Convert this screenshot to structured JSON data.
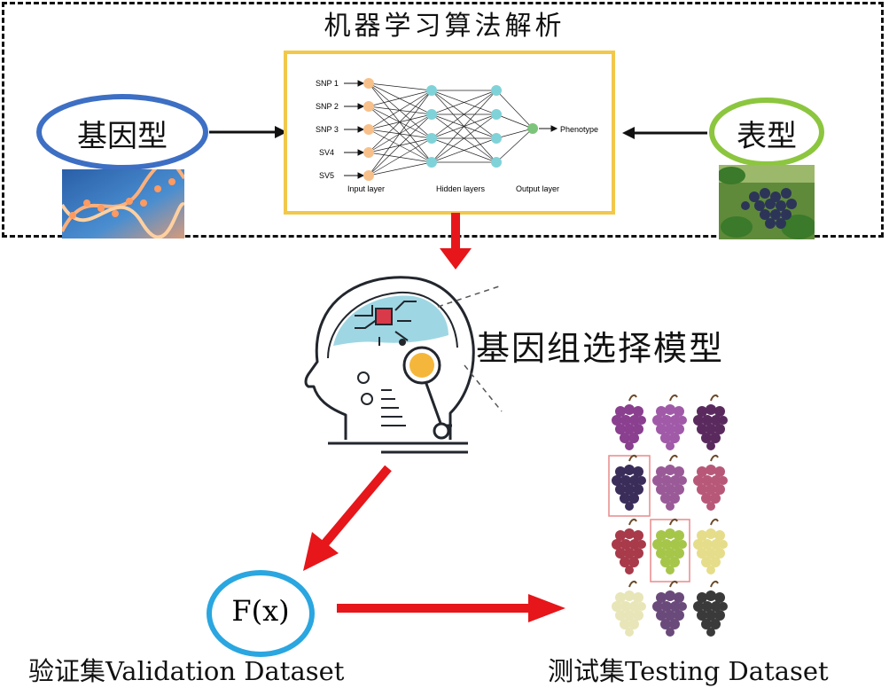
{
  "ml_box": {
    "title": "机器学习算法解析"
  },
  "genotype": {
    "label": "基因型"
  },
  "phenotype": {
    "label": "表型"
  },
  "network": {
    "inputs": [
      "SNP 1",
      "SNP 2",
      "SNP 3",
      "SV4",
      "SV5"
    ],
    "output": "Phenotype",
    "layers": [
      "Input layer",
      "Hidden layers",
      "Output layer"
    ]
  },
  "model": {
    "label": "基因组选择模型"
  },
  "function": {
    "label": "F(x)"
  },
  "validation": {
    "label": "验证集Validation Dataset"
  },
  "testing": {
    "label": "测试集Testing Dataset"
  },
  "colors": {
    "arrow_red": "#e6161a",
    "genotype_oval": "#3d6fc4",
    "phenotype_oval": "#8cc63f",
    "function_oval": "#2aa6e0",
    "panel_border": "#f2c84b",
    "input_node": "#f7c08a",
    "hidden_node": "#7fd3d8",
    "output_node": "#7cc47c"
  }
}
